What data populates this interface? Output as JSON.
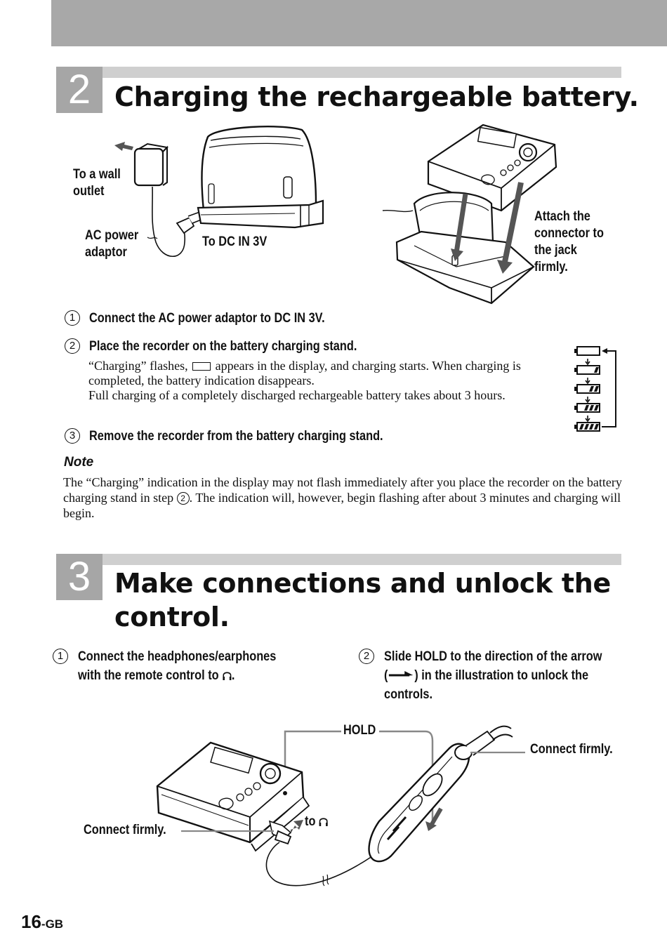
{
  "section2": {
    "number": "2",
    "title": "Charging the rechargeable battery.",
    "labels": {
      "wall_outlet": "To a wall\noutlet",
      "ac_adaptor": "AC power\nadaptor",
      "dc_in": "To DC IN 3V",
      "attach": "Attach the\nconnector to\nthe jack\nfirmly."
    },
    "steps": [
      {
        "num": "1",
        "text": "Connect the AC power adaptor to DC IN 3V."
      },
      {
        "num": "2",
        "text": "Place the recorder on the battery charging stand.",
        "body_before": "“Charging” flashes, ",
        "body_after": " appears in the display, and charging starts. When charging is completed, the battery indication disappears.",
        "body2": "Full charging of a completely discharged rechargeable battery takes about 3 hours."
      },
      {
        "num": "3",
        "text": "Remove the recorder from the battery charging stand."
      }
    ],
    "note": {
      "heading": "Note",
      "text_before": "The “Charging” indication in the display may not flash immediately after you place the recorder on the battery charging stand in step ",
      "step_ref": "2",
      "text_after": ". The indication will, however, begin flashing after about 3 minutes and charging will begin."
    },
    "battery_levels": [
      0,
      1,
      2,
      3,
      4
    ]
  },
  "section3": {
    "number": "3",
    "title": "Make connections and unlock the control.",
    "steps": [
      {
        "num": "1",
        "line1": "Connect the headphones/earphones",
        "line2": "with the remote control to ",
        "icon": "headphone-icon",
        "end": "."
      },
      {
        "num": "2",
        "line1": "Slide HOLD to the direction of the arrow",
        "line2_open": "(",
        "arrow": "arrow-right-icon",
        "line2_close": ") in the illustration to unlock the",
        "line3": "controls."
      }
    ],
    "labels": {
      "hold": "HOLD",
      "connect_firmly_right": "Connect firmly.",
      "connect_firmly_left": "Connect firmly.",
      "to_headphone": "to "
    }
  },
  "footer": {
    "page": "16",
    "suffix": "-GB"
  }
}
